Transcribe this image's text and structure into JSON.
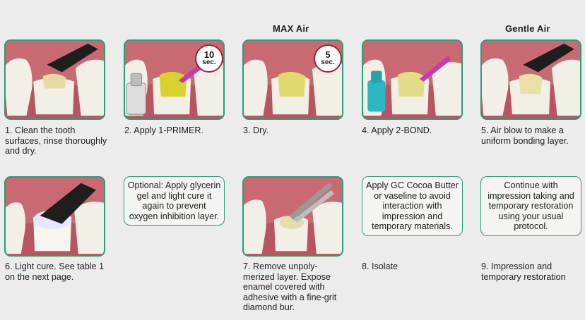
{
  "headers": {
    "max_air": "MAX Air",
    "gentle_air": "Gentle Air"
  },
  "steps": {
    "s1": "1. Clean the tooth surfaces, rinse thoroughly and dry.",
    "s2": "2. Apply 1-PRIMER.",
    "s3": "3. Dry.",
    "s4": "4. Apply 2-BOND.",
    "s5": "5. Air blow to make a uniform bonding layer.",
    "s6": "6. Light cure. See table 1 on the next page.",
    "s7": "7. Remove unpoly-merized layer. Expose enamel covered with adhesive with a fine-grit diamond bur.",
    "s8": "8. Isolate",
    "s9": "9. Impression and temporary restoration"
  },
  "notes": {
    "optional": "Optional: Apply glycerin gel and light cure it again to prevent oxygen inhibition layer.",
    "cocoa": "Apply GC Cocoa Butter or vaseline to avoid interaction with impression and temporary materials.",
    "continue": "Continue with impression taking and temporary restoration using your usual protocol."
  },
  "badges": {
    "b10": {
      "num": "10",
      "unit": "sec."
    },
    "b5": {
      "num": "5",
      "unit": "sec."
    }
  },
  "colors": {
    "frame": "#2a9d7b",
    "badge_ring": "#a22032",
    "gum": "#c96a72",
    "primer": "#d9d22e",
    "bond_bottle": "#2bb8c4",
    "brush_handle": "#c23bb0"
  }
}
